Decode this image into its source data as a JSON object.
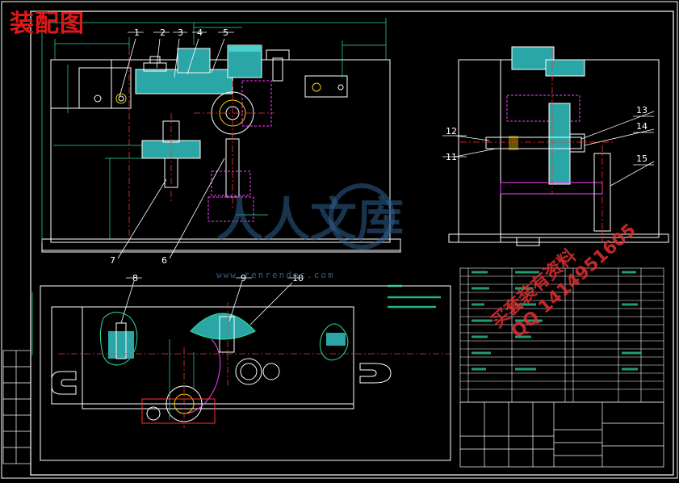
{
  "drawing": {
    "title": "装配图",
    "callouts": [
      "1",
      "2",
      "3",
      "4",
      "5",
      "6",
      "7",
      "8",
      "9",
      "10",
      "11",
      "12",
      "13",
      "14",
      "15"
    ]
  },
  "watermark": {
    "brand": "人人文库",
    "url": "www.renrendoc.com"
  },
  "stamp": {
    "line1": "买套装有资料",
    "line2": "QQ 1414951605"
  },
  "colors": {
    "background": "#000000",
    "outline": "#ffffff",
    "dimension": "#2ee0a0",
    "part_fill": "#2aa6a6",
    "hidden": "#ff40ff",
    "centerline": "#ff3030",
    "accent": "#ffd000",
    "title": "#e01818"
  }
}
